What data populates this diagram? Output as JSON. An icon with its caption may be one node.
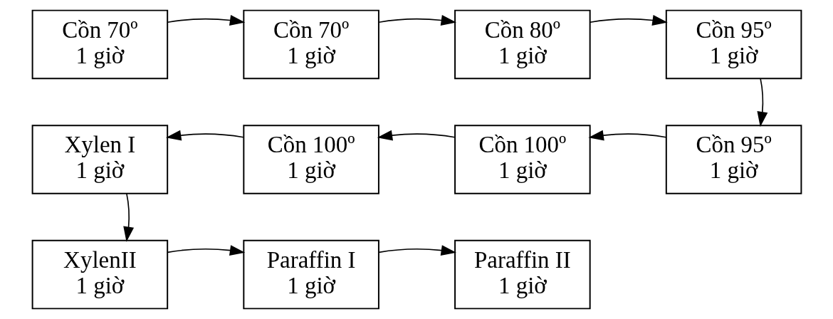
{
  "diagram": {
    "nodes": [
      {
        "text": [
          "Cồn 70º",
          "1 giờ"
        ]
      },
      {
        "text": [
          "Cồn 70º",
          "1 giờ"
        ]
      },
      {
        "text": [
          "Cồn 80º",
          "1 giờ"
        ]
      },
      {
        "text": [
          "Cồn 95º",
          "1 giờ"
        ]
      },
      {
        "text": [
          "Cồn 95º",
          "1 giờ"
        ]
      },
      {
        "text": [
          "Cồn 100º",
          "1 giờ"
        ]
      },
      {
        "text": [
          "Cồn 100º",
          "1 giờ"
        ]
      },
      {
        "text": [
          "Xylen I",
          "1 giờ"
        ]
      },
      {
        "text": [
          "XylenII",
          "1 giờ"
        ]
      },
      {
        "text": [
          "Paraffin I",
          "1 giờ"
        ]
      },
      {
        "text": [
          "Paraffin II",
          "1 giờ"
        ]
      }
    ],
    "edges": [
      {
        "from": 0,
        "to": 1,
        "arrow": "to"
      },
      {
        "from": 1,
        "to": 2,
        "arrow": "to"
      },
      {
        "from": 2,
        "to": 3,
        "arrow": "to"
      },
      {
        "from": 3,
        "to": 4,
        "arrow": "to"
      },
      {
        "from": 4,
        "to": 5,
        "arrow": "to"
      },
      {
        "from": 5,
        "to": 6,
        "arrow": "to"
      },
      {
        "from": 6,
        "to": 7,
        "arrow": "to"
      },
      {
        "from": 7,
        "to": 8,
        "arrow": "to"
      },
      {
        "from": 8,
        "to": 9,
        "arrow": "to"
      },
      {
        "from": 9,
        "to": 10,
        "arrow": "to"
      }
    ]
  }
}
